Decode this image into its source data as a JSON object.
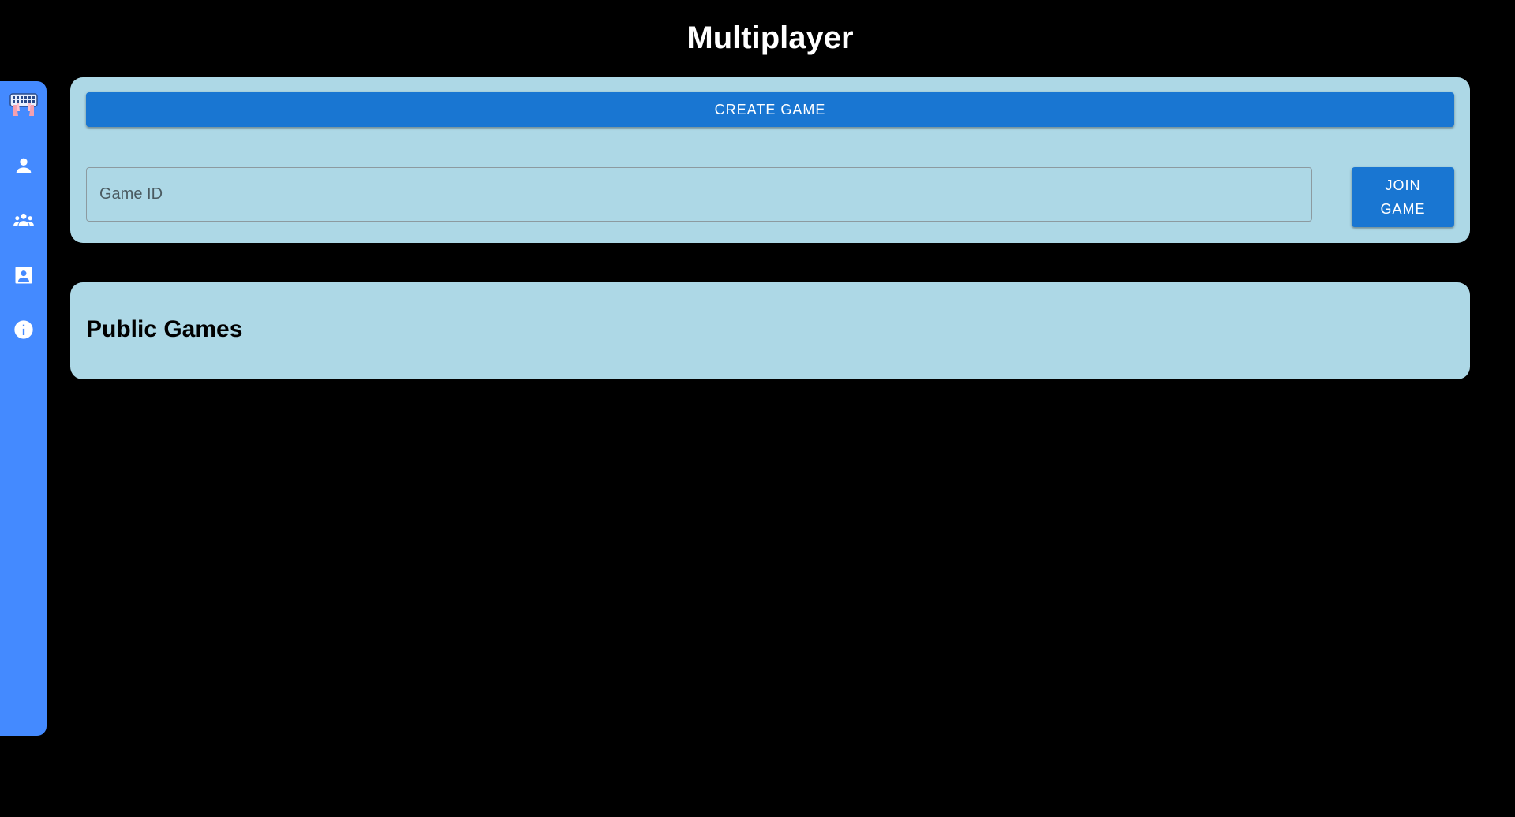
{
  "page": {
    "title": "Multiplayer"
  },
  "sidebar": {
    "logo_icon": "keyboard-hands-logo",
    "items": [
      {
        "icon": "person-icon"
      },
      {
        "icon": "group-icon"
      },
      {
        "icon": "contact-card-icon"
      },
      {
        "icon": "info-icon"
      }
    ],
    "color": "#448aff"
  },
  "create_panel": {
    "create_label": "CREATE GAME",
    "game_id_placeholder": "Game ID",
    "game_id_value": "",
    "join_label": "JOIN GAME"
  },
  "public_panel": {
    "title": "Public Games"
  },
  "colors": {
    "background": "#000000",
    "card": "#add8e6",
    "button": "#1976d2"
  }
}
